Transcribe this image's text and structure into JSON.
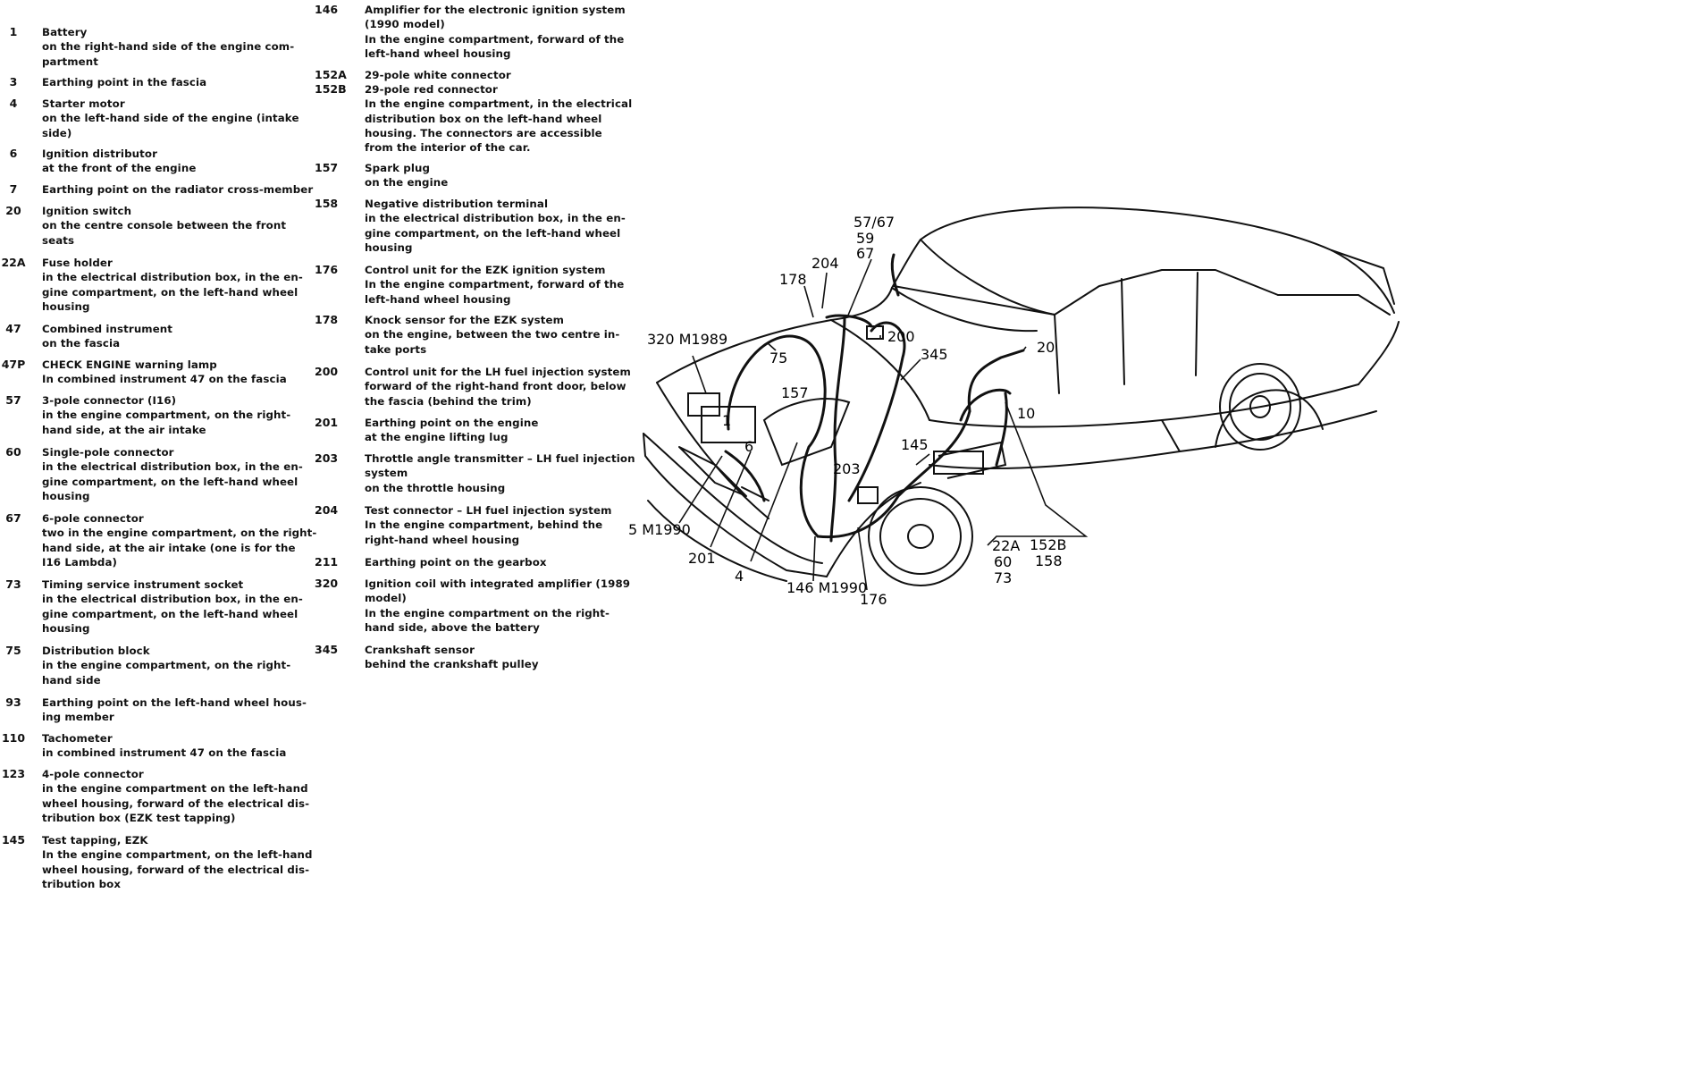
{
  "legend_left": [
    {
      "num": "1",
      "lines": [
        "Battery",
        "on the right-hand side of the engine com-",
        "partment"
      ]
    },
    {
      "num": "3",
      "lines": [
        "Earthing point in the fascia"
      ]
    },
    {
      "num": "4",
      "lines": [
        "Starter motor",
        "on the left-hand side of the engine (intake",
        "side)"
      ]
    },
    {
      "num": "6",
      "lines": [
        "Ignition distributor",
        "at the front of the engine"
      ]
    },
    {
      "num": "7",
      "lines": [
        "Earthing point on the radiator cross-member"
      ]
    },
    {
      "num": "20",
      "lines": [
        "Ignition switch",
        "on the centre console between the front",
        "seats"
      ]
    },
    {
      "num": "22A",
      "lines": [
        "Fuse holder",
        "in the electrical distribution box, in the en-",
        "gine compartment, on the left-hand wheel",
        "housing"
      ]
    },
    {
      "num": "47",
      "lines": [
        "Combined instrument",
        "on the fascia"
      ]
    },
    {
      "num": "47P",
      "lines": [
        "CHECK ENGINE warning lamp",
        "In combined instrument 47 on the fascia"
      ]
    },
    {
      "num": "57",
      "lines": [
        "3-pole connector (I16)",
        "in the engine compartment, on the right-",
        "hand side, at the air intake"
      ]
    },
    {
      "num": "60",
      "lines": [
        "Single-pole connector",
        "in the electrical distribution box, in the en-",
        "gine compartment, on the left-hand wheel",
        "housing"
      ]
    },
    {
      "num": "67",
      "lines": [
        "6-pole connector",
        "two in the engine compartment, on the right-",
        "hand side, at the air intake (one is for the",
        "I16 Lambda)"
      ]
    },
    {
      "num": "73",
      "lines": [
        "Timing service instrument socket",
        "in the electrical distribution box, in the en-",
        "gine compartment, on the left-hand wheel",
        "housing"
      ]
    },
    {
      "num": "75",
      "lines": [
        "Distribution block",
        "in the engine compartment, on the right-",
        "hand side"
      ]
    },
    {
      "num": "93",
      "lines": [
        "Earthing point on the left-hand wheel hous-",
        "ing member"
      ]
    },
    {
      "num": "110",
      "lines": [
        "Tachometer",
        "in combined instrument 47 on the fascia"
      ]
    },
    {
      "num": "123",
      "lines": [
        "4-pole connector",
        "in the engine compartment on the left-hand",
        "wheel housing, forward of the electrical dis-",
        "tribution box (EZK test tapping)"
      ]
    },
    {
      "num": "145",
      "lines": [
        "Test tapping, EZK",
        "In the engine compartment, on the left-hand",
        "wheel housing, forward of the electrical dis-",
        "tribution box"
      ]
    }
  ],
  "legend_right": [
    {
      "num": "146",
      "lines": [
        "Amplifier for the electronic ignition system",
        "(1990 model)",
        "In the engine compartment, forward of the",
        "left-hand wheel housing"
      ]
    },
    {
      "num": "152A",
      "lines": [
        "29-pole white connector"
      ]
    },
    {
      "num": "152B",
      "lines": [
        "29-pole red connector",
        "In the engine compartment, in the electrical",
        "distribution box on the left-hand wheel",
        "housing. The connectors are accessible",
        "from the interior of the car."
      ]
    },
    {
      "num": "157",
      "lines": [
        "Spark plug",
        "on the engine"
      ]
    },
    {
      "num": "158",
      "lines": [
        "Negative distribution terminal",
        "in the electrical distribution box, in the en-",
        "gine compartment, on the left-hand wheel",
        "housing"
      ]
    },
    {
      "num": "176",
      "lines": [
        "Control unit for the EZK ignition system",
        "In the engine compartment, forward of the",
        "left-hand wheel housing"
      ]
    },
    {
      "num": "178",
      "lines": [
        "Knock sensor for the EZK system",
        "on the engine, between the two centre in-",
        "take ports"
      ]
    },
    {
      "num": "200",
      "lines": [
        "Control unit for the LH fuel injection system",
        "forward of the right-hand front door, below",
        "the fascia (behind the trim)"
      ]
    },
    {
      "num": "201",
      "lines": [
        "Earthing point on the engine",
        "at the engine lifting lug"
      ]
    },
    {
      "num": "203",
      "lines": [
        "Throttle angle transmitter – LH fuel injection",
        "system",
        "on the throttle housing"
      ]
    },
    {
      "num": "204",
      "lines": [
        "Test connector – LH fuel injection system",
        "In the engine compartment, behind the",
        "right-hand wheel housing"
      ]
    },
    {
      "num": "211",
      "lines": [
        "Earthing point on the gearbox"
      ]
    },
    {
      "num": "320",
      "lines": [
        "Ignition coil with integrated amplifier (1989",
        "model)",
        "In the engine compartment on the right-",
        "hand side, above the battery"
      ]
    },
    {
      "num": "345",
      "lines": [
        "Crankshaft sensor",
        "behind the crankshaft pulley"
      ]
    }
  ],
  "diagram_labels": {
    "l_5767": "57/67",
    "l_59": "59",
    "l_67": "67",
    "l_204": "204",
    "l_178": "178",
    "l_320": "320 M1989",
    "l_75": "75",
    "l_200": "200",
    "l_345": "345",
    "l_20": "20",
    "l_157": "157",
    "l_1": "1",
    "l_10": "10",
    "l_6": "6",
    "l_145": "145",
    "l_203": "203",
    "l_5m": "5 M1990",
    "l_201": "201",
    "l_4": "4",
    "l_146": "146 M1990",
    "l_176": "176",
    "l_22a": "22A",
    "l_152b": "152B",
    "l_60": "60",
    "l_158": "158",
    "l_73": "73"
  }
}
